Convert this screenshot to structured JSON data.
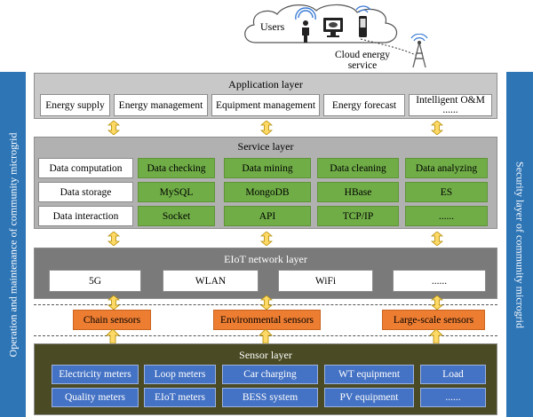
{
  "cloud": {
    "users_label": "Users",
    "service_label_line1": "Cloud energy",
    "service_label_line2": "service"
  },
  "sidebars": {
    "left": "Operation and maintenance of community microgrid",
    "right": "Security layer of community microgrid"
  },
  "application_layer": {
    "title": "Application layer",
    "items": [
      "Energy supply",
      "Energy management",
      "Equipment management",
      "Energy forecast",
      "Intelligent O&M"
    ],
    "more": "......"
  },
  "service_layer": {
    "title": "Service layer",
    "rows": [
      [
        "Data computation",
        "Data checking",
        "Data mining",
        "Data cleaning",
        "Data analyzing"
      ],
      [
        "Data storage",
        "MySQL",
        "MongoDB",
        "HBase",
        "ES"
      ],
      [
        "Data interaction",
        "Socket",
        "API",
        "TCP/IP",
        "......"
      ]
    ]
  },
  "network_layer": {
    "title": "EIoT network layer",
    "items": [
      "5G",
      "WLAN",
      "WiFi",
      "......"
    ]
  },
  "sensor_groups": [
    "Chain sensors",
    "Environmental sensors",
    "Large-scale sensors"
  ],
  "sensor_layer": {
    "title": "Sensor layer",
    "rows": [
      [
        "Electricity meters",
        "Loop meters",
        "Car charging",
        "WT equipment",
        "Load"
      ],
      [
        "Quality meters",
        "EIoT meters",
        "BESS system",
        "PV equipment",
        "......"
      ]
    ]
  },
  "colors": {
    "sidebar": "#2e75b6",
    "green": "#70ad47",
    "orange": "#ed7d31",
    "blue": "#4472c4",
    "arrow": "#ffd966"
  }
}
